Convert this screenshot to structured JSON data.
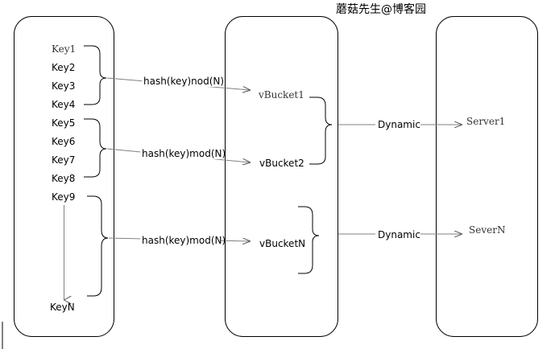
{
  "watermark": "蘑菇先生@博客园",
  "keys": {
    "k1": "Key1",
    "k2": "Key2",
    "k3": "Key3",
    "k4": "Key4",
    "k5": "Key5",
    "k6": "Key6",
    "k7": "Key7",
    "k8": "Key8",
    "k9": "Key9",
    "kn": "KeyN"
  },
  "hash_labels": {
    "h1": "hash(key)nod(N)",
    "h2": "hash(key)mod(N)",
    "h3": "hash(key)mod(N)"
  },
  "buckets": {
    "b1": "vBucket1",
    "b2": "vBucket2",
    "bn": "vBucketN"
  },
  "mapping": {
    "d1": "Dynamic",
    "d2": "Dynamic"
  },
  "servers": {
    "s1": "Server1",
    "sn": "SeverN"
  },
  "colors": {
    "line": "#000000",
    "arrow_shaft": "#808080",
    "background": "#ffffff"
  }
}
